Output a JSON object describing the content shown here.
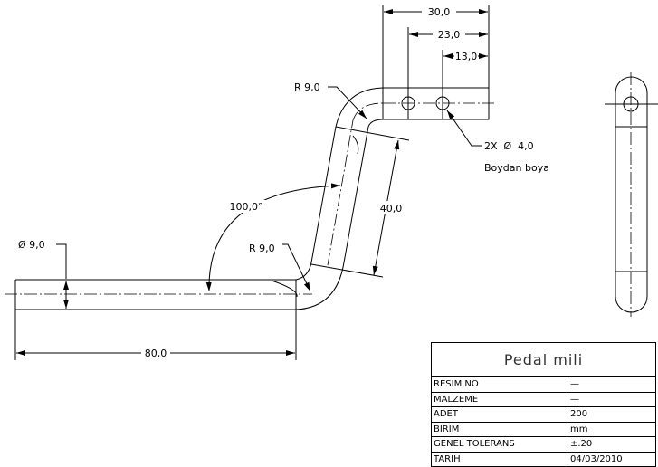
{
  "dimensions": {
    "overall_top": "30,0",
    "hole1_offset": "23,0",
    "hole2_offset": "13,0",
    "incline_length": "40,0",
    "angle": "100,0°",
    "bend_radius_top": "R 9,0",
    "bend_radius_bottom": "R 9,0",
    "diameter": "Ø 9,0",
    "base_length": "80,0",
    "holes": "2X  Ø  4,0",
    "holes_note": "Boydan boya"
  },
  "title_block": {
    "title": "Pedal mili",
    "rows": [
      {
        "label": "RESIM NO",
        "value": "—"
      },
      {
        "label": "MALZEME",
        "value": "—"
      },
      {
        "label": "ADET",
        "value": "200"
      },
      {
        "label": "BIRIM",
        "value": "mm"
      },
      {
        "label": "GENEL TOLERANS",
        "value": "±.20"
      },
      {
        "label": "TARIH",
        "value": "04/03/2010"
      }
    ]
  }
}
